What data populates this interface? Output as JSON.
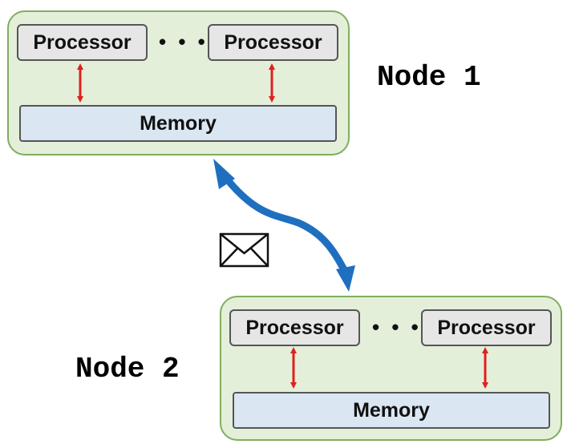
{
  "nodes": [
    {
      "label": "Node 1",
      "processor_left": "Processor",
      "processor_right": "Processor",
      "ellipsis": "• • •",
      "memory": "Memory"
    },
    {
      "label": "Node 2",
      "processor_left": "Processor",
      "processor_right": "Processor",
      "ellipsis": "• • •",
      "memory": "Memory"
    }
  ],
  "colors": {
    "node_fill": "#e4efda",
    "node_border": "#7fae5e",
    "processor_fill": "#e6e6e6",
    "memory_fill": "#dbe6f3",
    "link_arrow": "#e0201c",
    "message_arrow": "#1f6fc0"
  },
  "icons": {
    "message": "envelope-icon"
  }
}
